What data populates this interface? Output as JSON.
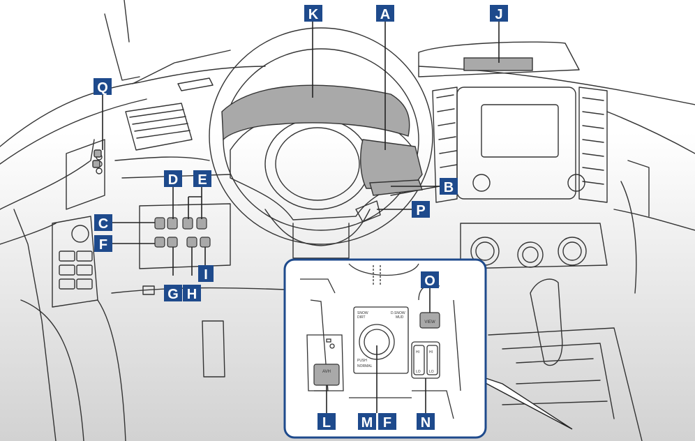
{
  "labels": {
    "K": "K",
    "A": "A",
    "J": "J",
    "Q": "Q",
    "B": "B",
    "P": "P",
    "D": "D",
    "E": "E",
    "C": "C",
    "F": "F",
    "G": "G",
    "H": "H",
    "I": "I",
    "O": "O",
    "L": "L",
    "M": "M",
    "F2": "F",
    "N": "N"
  },
  "inset": {
    "view_button": "VIEW",
    "avh_button": "AVH",
    "dial_top_left": "SNOW\nDIRT",
    "dial_top_right": "D.SNOW\nMUD",
    "dial_push": "PUSH",
    "dial_normal": "NORMAL",
    "switch_hi": "HI",
    "switch_lo": "LO"
  },
  "colors": {
    "label_bg": "#1e4a8c",
    "line": "#333333",
    "highlight": "#a9a9a9",
    "background_gradient_end": "#d2d2d2"
  }
}
